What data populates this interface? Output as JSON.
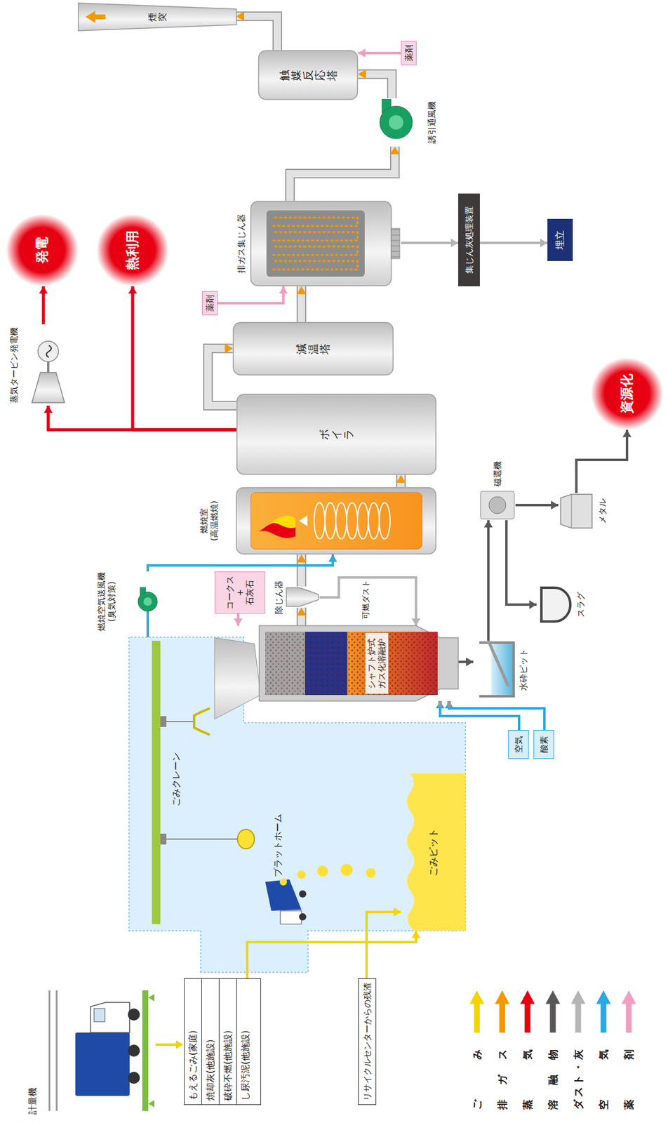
{
  "diagram": {
    "nodes": [
      {
        "text": [
          "もえるごみ(家庭)",
          "焼却灰(他施設)",
          "破砕不燃(他施設)",
          "し尿汚泥(他施設)"
        ]
      },
      {
        "text": [
          "リサイクルセンターからの残渣"
        ]
      },
      {
        "text": [
          "ごみピット"
        ]
      },
      {
        "text": [
          "シャフト炉式 ガス化溶融炉"
        ]
      },
      {
        "text": [
          "空気"
        ]
      },
      {
        "text": [
          "酸素"
        ]
      },
      {
        "text": [
          "コークス + 石灰石"
        ]
      },
      {
        "text": [
          "除じん器"
        ]
      },
      {
        "text": [
          "燃焼空気送風機 (臭気対策)"
        ]
      },
      {
        "text": [
          "燃焼室 (高温燃焼)"
        ]
      },
      {
        "text": [
          "ボイラ"
        ]
      },
      {
        "text": [
          "蒸気タービン発電機"
        ]
      },
      {
        "text": [
          "発電"
        ]
      },
      {
        "text": [
          "熱利用"
        ]
      },
      {
        "text": [
          "減温塔"
        ]
      },
      {
        "text": [
          "薬剤"
        ]
      },
      {
        "text": [
          "排ガス集じん器"
        ]
      },
      {
        "text": [
          "集じん灰処理装置"
        ]
      },
      {
        "text": [
          "埋立"
        ]
      },
      {
        "text": [
          "誘引通風機"
        ]
      },
      {
        "text": [
          "薬剤"
        ]
      },
      {
        "text": [
          "触媒反応塔"
        ]
      },
      {
        "text": [
          "煙突"
        ]
      },
      {
        "text": [
          "水砕ピット"
        ]
      },
      {
        "text": [
          "磁選機"
        ]
      },
      {
        "text": [
          "メタル"
        ]
      },
      {
        "text": [
          "スラグ"
        ]
      },
      {
        "text": [
          "資源化"
        ]
      }
    ],
    "edges": [
      {
        "from": 0,
        "to": 2,
        "arrow": "to"
      },
      {
        "from": 1,
        "to": 2,
        "arrow": "to"
      },
      {
        "from": 6,
        "to": 3,
        "arrow": "to"
      },
      {
        "from": 4,
        "to": 3,
        "arrow": "to"
      },
      {
        "from": 5,
        "to": 3,
        "arrow": "to"
      },
      {
        "from": 3,
        "to": 7,
        "arrow": "to"
      },
      {
        "from": 7,
        "to": 3,
        "label": "可燃ダスト",
        "arrow": "to"
      },
      {
        "from": 7,
        "to": 9,
        "arrow": "to"
      },
      {
        "from": 8,
        "to": 9,
        "arrow": "to"
      },
      {
        "from": 9,
        "to": 10,
        "arrow": "to"
      },
      {
        "from": 10,
        "to": 11,
        "arrow": "to"
      },
      {
        "from": 11,
        "to": 12,
        "arrow": "to"
      },
      {
        "from": 10,
        "to": 13,
        "arrow": "to"
      },
      {
        "from": 10,
        "to": 14,
        "arrow": "to"
      },
      {
        "from": 14,
        "to": 16,
        "arrow": "to"
      },
      {
        "from": 15,
        "to": 16,
        "arrow": "to"
      },
      {
        "from": 16,
        "to": 17,
        "arrow": "to"
      },
      {
        "from": 17,
        "to": 18,
        "arrow": "to"
      },
      {
        "from": 16,
        "to": 19,
        "arrow": "to"
      },
      {
        "from": 19,
        "to": 21,
        "arrow": "to"
      },
      {
        "from": 20,
        "to": 21,
        "arrow": "to"
      },
      {
        "from": 21,
        "to": 22,
        "arrow": "to"
      },
      {
        "from": 3,
        "to": 23,
        "arrow": "to"
      },
      {
        "from": 23,
        "to": 24,
        "arrow": "to"
      },
      {
        "from": 24,
        "to": 25,
        "arrow": "to"
      },
      {
        "from": 24,
        "to": 26,
        "arrow": "to"
      },
      {
        "from": 25,
        "to": 27,
        "arrow": "to"
      }
    ],
    "labels": [
      "計量機",
      "ごみクレーン",
      "プラットホーム"
    ],
    "legend": [
      {
        "text": "ごみ",
        "color": "#f5d400"
      },
      {
        "text": "排ガス",
        "color": "#f39800"
      },
      {
        "text": "蒸気",
        "color": "#e60012"
      },
      {
        "text": "溶融物",
        "color": "#595757"
      },
      {
        "text": "ダスト・灰",
        "color": "#b5b5b6"
      },
      {
        "text": "空気",
        "color": "#29a9e0"
      },
      {
        "text": "薬剤",
        "color": "#f19ec2"
      }
    ]
  }
}
